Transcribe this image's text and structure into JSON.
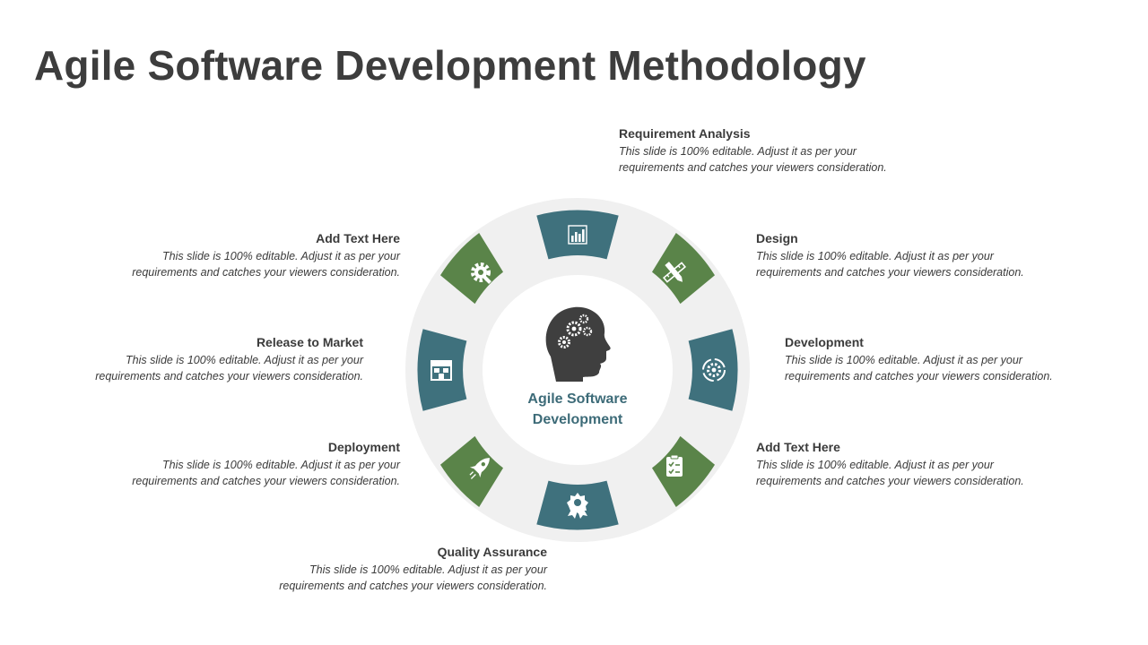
{
  "title": "Agile Software Development Methodology",
  "center": {
    "line1": "Agile Software",
    "line2": "Development",
    "icon": "head-gears-icon"
  },
  "colors": {
    "teal": "#3f717d",
    "green": "#5a8449",
    "ring": "#f0f0f0",
    "center_text": "#3d6b78"
  },
  "items": [
    {
      "title": "Requirement Analysis",
      "body": "This slide is 100% editable. Adjust it as per your requirements and catches your viewers consideration.",
      "icon": "bar-chart-icon"
    },
    {
      "title": "Design",
      "body": "This slide is 100% editable. Adjust it as per your requirements and catches your viewers consideration.",
      "icon": "pencil-ruler-icon"
    },
    {
      "title": "Development",
      "body": "This slide is 100% editable. Adjust it as per your requirements and catches your viewers consideration.",
      "icon": "gear-cycle-icon"
    },
    {
      "title": "Add Text Here",
      "body": "This slide is 100% editable. Adjust it as per your requirements and catches your viewers consideration.",
      "icon": "checklist-icon"
    },
    {
      "title": "Quality Assurance",
      "body": "This slide is 100% editable. Adjust it as per your requirements and catches your viewers consideration.",
      "icon": "award-badge-icon"
    },
    {
      "title": "Deployment",
      "body": "This slide is 100% editable. Adjust it as per your requirements and catches your viewers consideration.",
      "icon": "rocket-icon"
    },
    {
      "title": "Release to Market",
      "body": "This slide is 100% editable. Adjust it as per your requirements and catches your viewers consideration.",
      "icon": "storefront-icon"
    },
    {
      "title": "Add Text Here",
      "body": "This slide is 100% editable. Adjust it as per your requirements and catches your viewers consideration.",
      "icon": "gear-wrench-icon"
    }
  ]
}
